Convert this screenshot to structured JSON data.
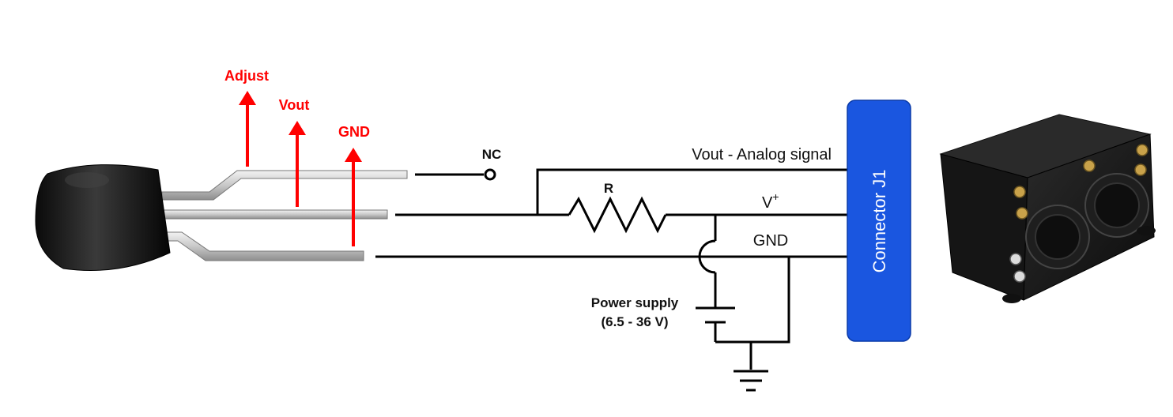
{
  "pins": {
    "adjust": "Adjust",
    "vout": "Vout",
    "gnd": "GND"
  },
  "circuit": {
    "nc": "NC",
    "resistor": "R",
    "vout_line": "Vout - Analog signal",
    "vplus": "V",
    "vplus_sup": "+",
    "gnd_line": "GND",
    "power_supply": "Power supply",
    "power_range": "(6.5 - 36 V)"
  },
  "connector": {
    "label": "Connector J1"
  },
  "colors": {
    "arrow": "#ff0000",
    "connector": "#1a56e0",
    "wire": "#000000"
  }
}
